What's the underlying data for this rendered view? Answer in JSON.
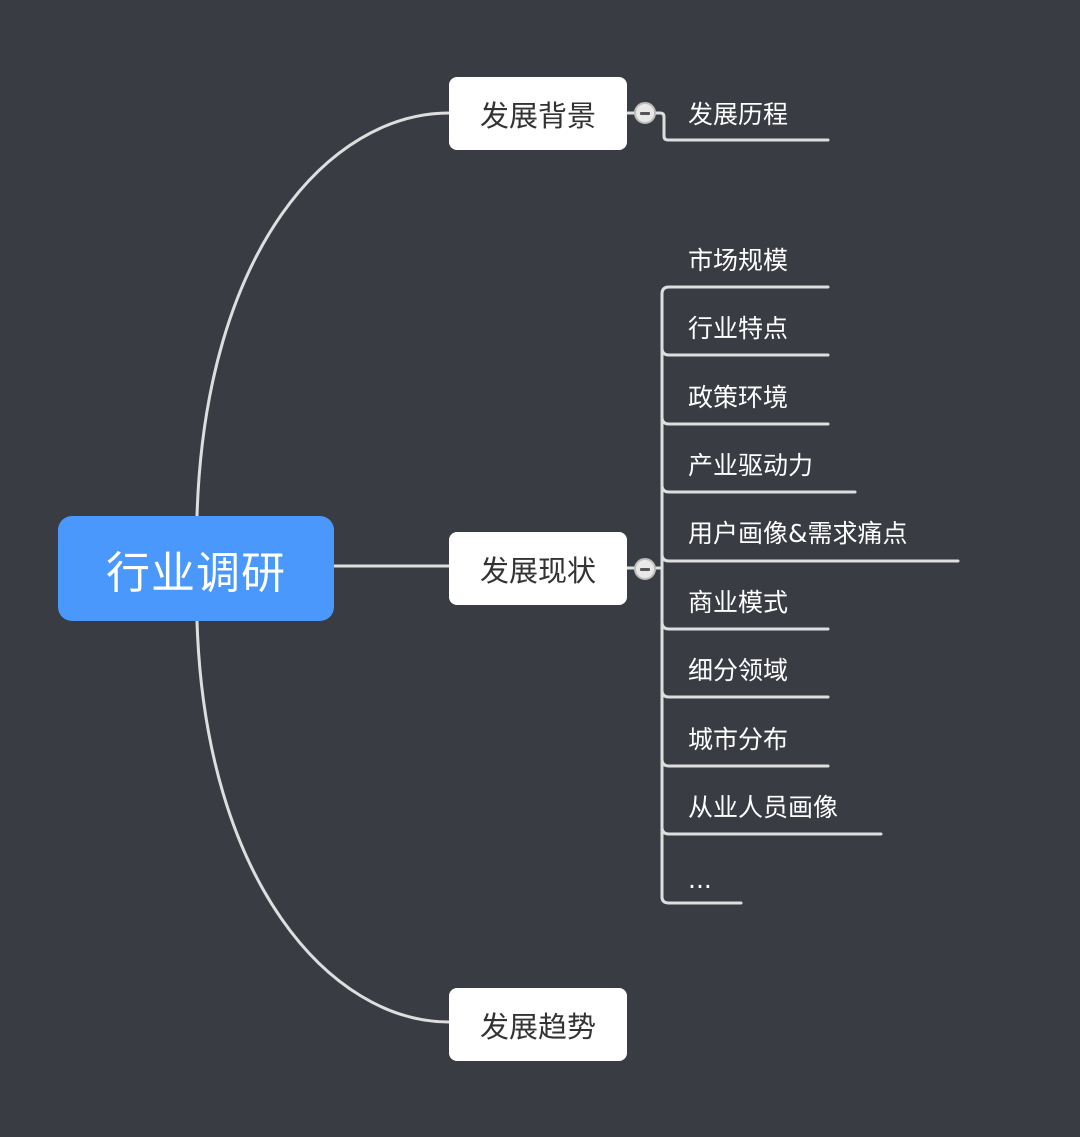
{
  "mindmap": {
    "root": "行业调研",
    "branches": [
      {
        "label": "发展背景",
        "children": [
          "发展历程"
        ]
      },
      {
        "label": "发展现状",
        "children": [
          "市场规模",
          "行业特点",
          "政策环境",
          "产业驱动力",
          "用户画像&需求痛点",
          "商业模式",
          "细分领域",
          "城市分布",
          "从业人员画像",
          "..."
        ]
      },
      {
        "label": "发展趋势",
        "children": []
      }
    ]
  },
  "colors": {
    "background": "#393c42",
    "root_fill": "#4a98fb",
    "node_fill": "#ffffff",
    "connector": "#dedede"
  }
}
